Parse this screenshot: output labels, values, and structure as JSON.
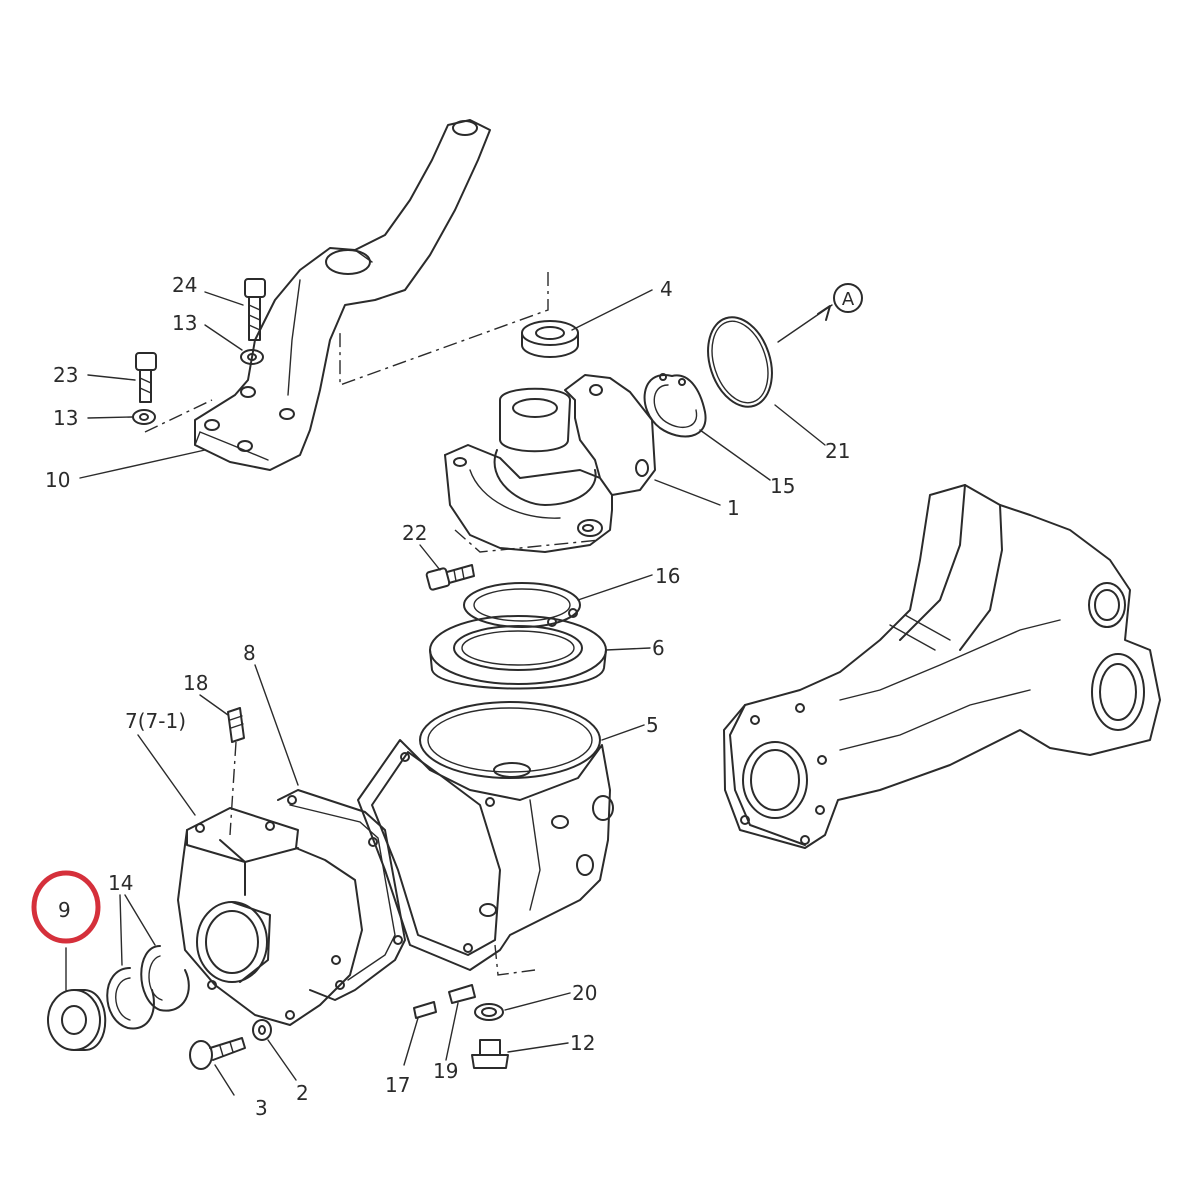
{
  "part_labels": {
    "p1": "1",
    "p2": "2",
    "p3": "3",
    "p4": "4",
    "p5": "5",
    "p6": "6",
    "p7": "7(7-1)",
    "p8": "8",
    "p9": "9",
    "p10": "10",
    "p12": "12",
    "p13a": "13",
    "p13b": "13",
    "p14": "14",
    "p15": "15",
    "p16": "16",
    "p17": "17",
    "p18": "18",
    "p19": "19",
    "p20": "20",
    "p21": "21",
    "p22": "22",
    "p23": "23",
    "p24": "24",
    "ref_a": "A"
  },
  "highlight": {
    "part": "9",
    "color": "#d5303b"
  }
}
